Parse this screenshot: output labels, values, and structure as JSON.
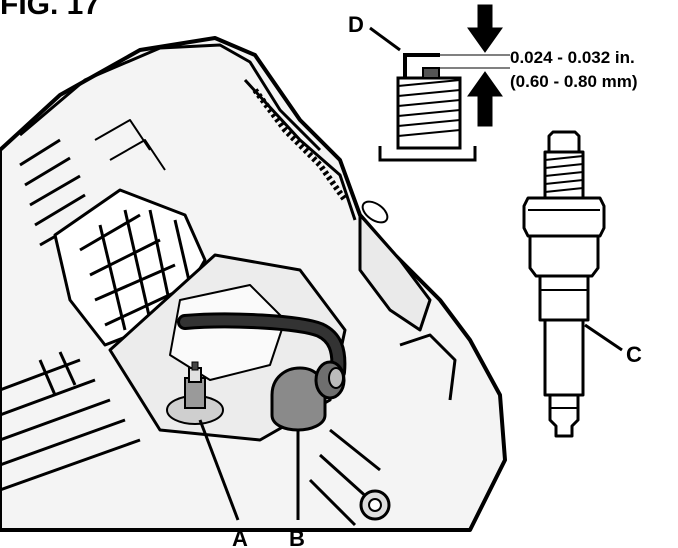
{
  "figure_title": "FIG. 17",
  "gap_spec": {
    "inches": "0.024 - 0.032 in.",
    "millimeters": "(0.60 - 0.80 mm)"
  },
  "callouts": {
    "a": "A",
    "b": "B",
    "c": "C",
    "d": "D"
  },
  "colors": {
    "ink": "#000000",
    "paper": "#ffffff",
    "shade": "#8a8a8a",
    "light_shade": "#d6d6d6"
  }
}
